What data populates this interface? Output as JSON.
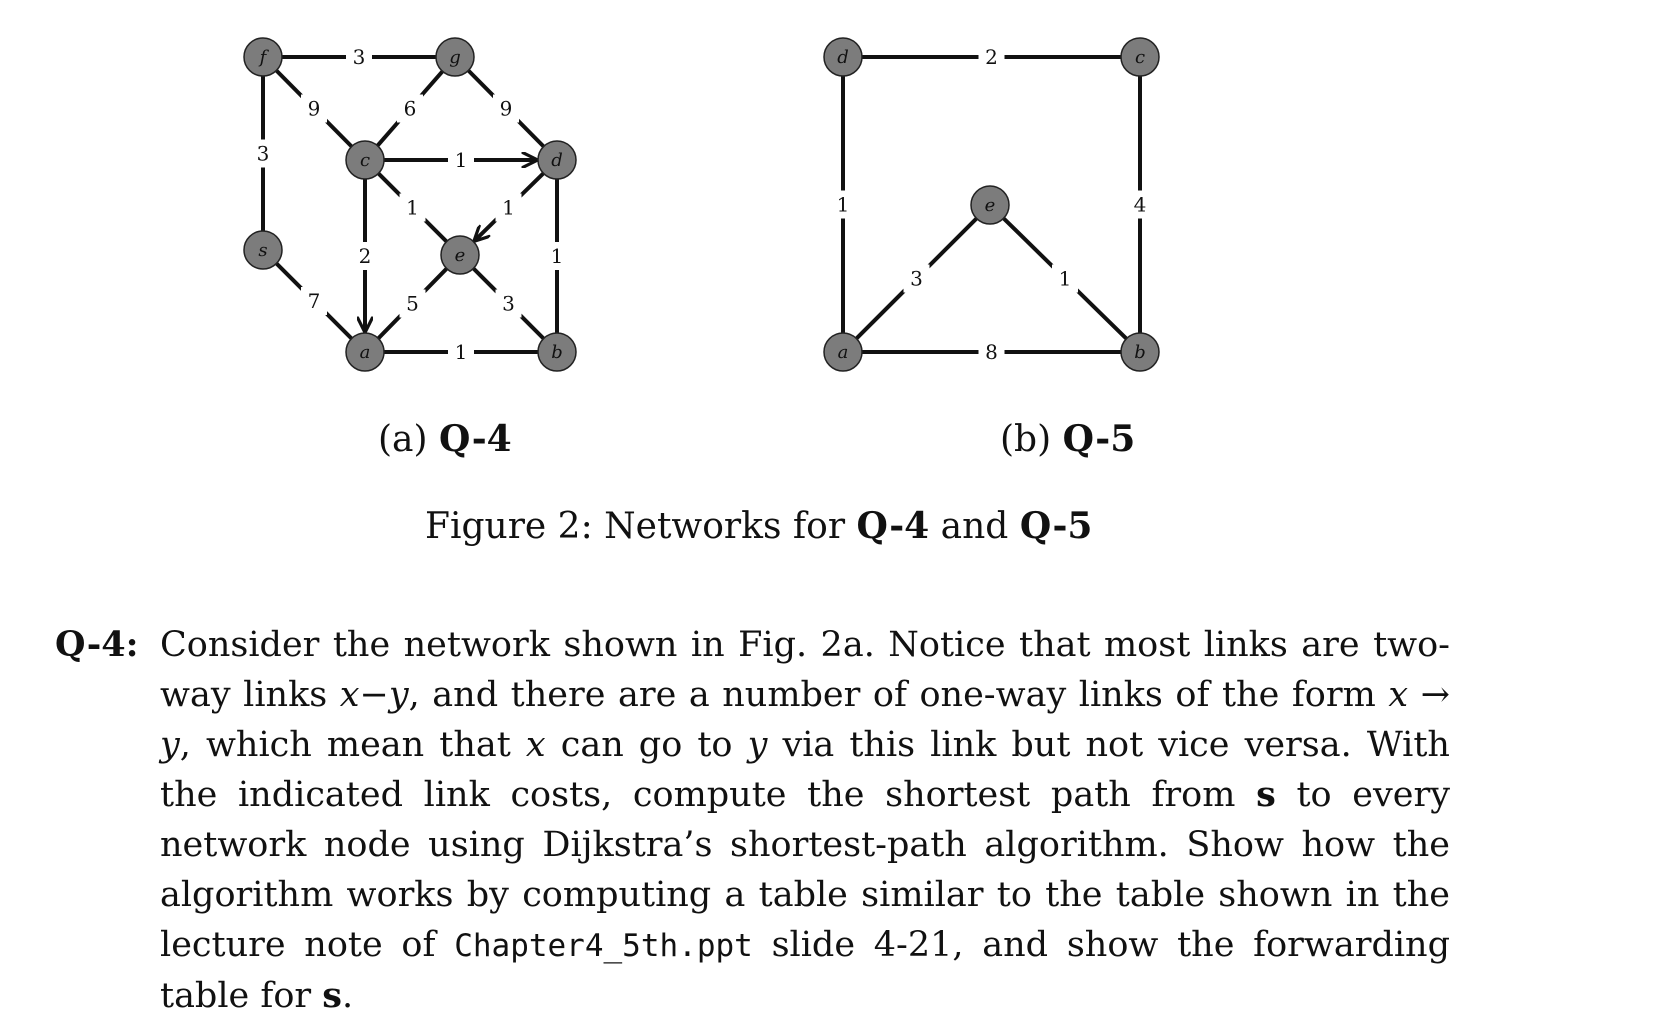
{
  "figure_a": {
    "nodes": [
      {
        "id": "f",
        "label": "f"
      },
      {
        "id": "g",
        "label": "g"
      },
      {
        "id": "c",
        "label": "c"
      },
      {
        "id": "d",
        "label": "d"
      },
      {
        "id": "s",
        "label": "s"
      },
      {
        "id": "e",
        "label": "e"
      },
      {
        "id": "a",
        "label": "a"
      },
      {
        "id": "b",
        "label": "b"
      }
    ],
    "edges": [
      {
        "from": "f",
        "to": "g",
        "weight": "3",
        "directed": false
      },
      {
        "from": "f",
        "to": "s",
        "weight": "3",
        "directed": false
      },
      {
        "from": "f",
        "to": "c",
        "weight": "9",
        "directed": false
      },
      {
        "from": "g",
        "to": "c",
        "weight": "6",
        "directed": false
      },
      {
        "from": "g",
        "to": "d",
        "weight": "9",
        "directed": false
      },
      {
        "from": "c",
        "to": "d",
        "weight": "1",
        "directed": true
      },
      {
        "from": "c",
        "to": "e",
        "weight": "1",
        "directed": false
      },
      {
        "from": "d",
        "to": "e",
        "weight": "1",
        "directed": true
      },
      {
        "from": "c",
        "to": "a",
        "weight": "2",
        "directed": true
      },
      {
        "from": "d",
        "to": "b",
        "weight": "1",
        "directed": false
      },
      {
        "from": "s",
        "to": "a",
        "weight": "7",
        "directed": false
      },
      {
        "from": "e",
        "to": "a",
        "weight": "5",
        "directed": false
      },
      {
        "from": "e",
        "to": "b",
        "weight": "3",
        "directed": false
      },
      {
        "from": "a",
        "to": "b",
        "weight": "1",
        "directed": false
      }
    ],
    "caption_prefix": "(a)",
    "caption_bold": "Q-4"
  },
  "figure_b": {
    "nodes": [
      {
        "id": "d",
        "label": "d"
      },
      {
        "id": "c",
        "label": "c"
      },
      {
        "id": "e",
        "label": "e"
      },
      {
        "id": "a",
        "label": "a"
      },
      {
        "id": "b",
        "label": "b"
      }
    ],
    "edges": [
      {
        "from": "d",
        "to": "c",
        "weight": "2",
        "directed": false
      },
      {
        "from": "d",
        "to": "a",
        "weight": "1",
        "directed": false
      },
      {
        "from": "c",
        "to": "b",
        "weight": "4",
        "directed": false
      },
      {
        "from": "e",
        "to": "a",
        "weight": "3",
        "directed": false
      },
      {
        "from": "e",
        "to": "b",
        "weight": "1",
        "directed": false
      },
      {
        "from": "a",
        "to": "b",
        "weight": "8",
        "directed": false
      }
    ],
    "caption_prefix": "(b)",
    "caption_bold": "Q-5"
  },
  "figure_caption": {
    "prefix": "Figure 2: Networks for",
    "bold1": "Q-4",
    "middle": "and",
    "bold2": "Q-5"
  },
  "question": {
    "label": "Q-4:",
    "t1": "Consider the network shown in Fig. 2a. Notice that most links are two-way links",
    "m1": "x−y",
    "t2": ", and there are a number of one-way links of the form",
    "m2": "x → y",
    "t3": ", which mean that",
    "m3": "x",
    "t4": "can go to",
    "m4": "y",
    "t5": "via this link but not vice versa. With the indicated link costs, compute the shortest path from",
    "b1": "s",
    "t6": "to every network node using Dijkstra’s shortest-path algorithm. Show how the algorithm works by computing a table similar to the table shown in the lecture note of",
    "code": "Chapter4_5th.ppt",
    "t7": "slide 4-21, and show the forwarding table for",
    "b2": "s",
    "t8": "."
  }
}
